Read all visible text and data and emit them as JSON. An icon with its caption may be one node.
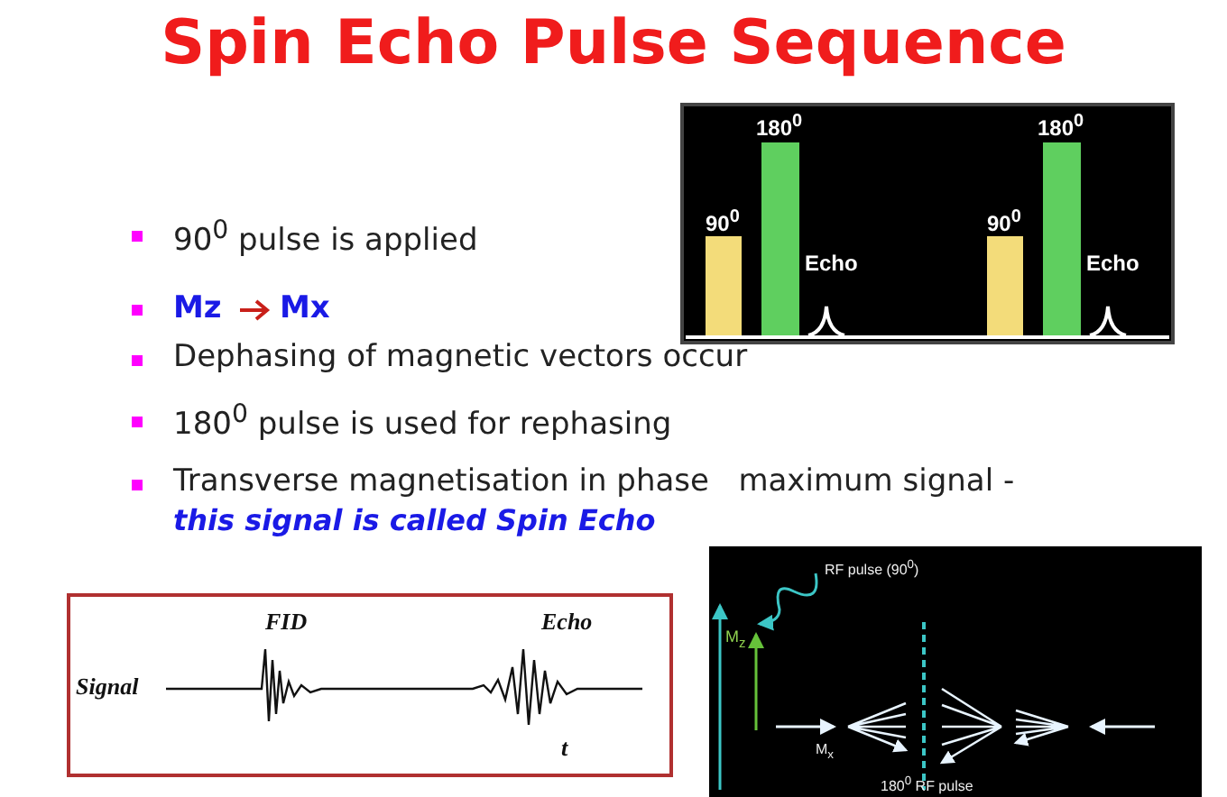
{
  "diagram": {
    "title": "Spin Echo Pulse Sequence",
    "labels": [
      "90$^{0}$ pulse is applied",
      "Mz",
      "Mx",
      "Dephasing of magnetic vectors occur",
      "180$^{0}$ pulse is used for rephasing",
      "Transverse magnetisation in phase   maximum signal -",
      "this signal is called Spin Echo",
      "180$^{0}$",
      "180$^{0}$",
      "90$^{0}$",
      "Echo",
      "90$^{0}$",
      "Echo",
      "FID",
      "Echo",
      "Signal",
      "t",
      "RF pulse (90$^{0}$)",
      "M$_{z}$",
      "M$_{x}$",
      "180$^{0}$ RF pulse"
    ]
  }
}
